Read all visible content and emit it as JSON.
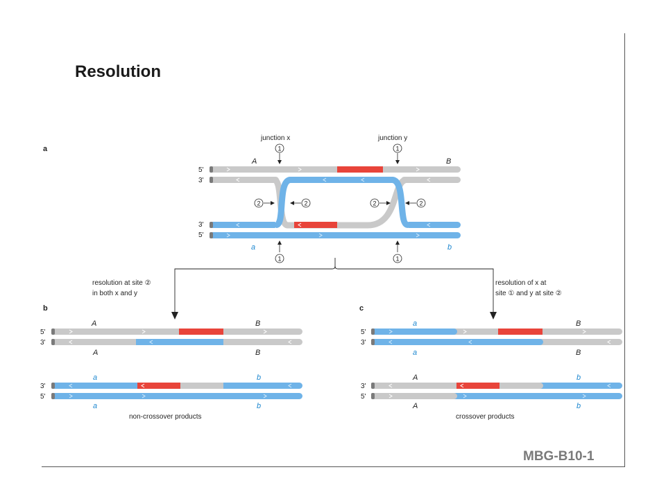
{
  "slide": {
    "title": "Resolution",
    "code": "MBG-B10-1"
  },
  "colors": {
    "gray_strand": "#c9c9c9",
    "blue_strand": "#6fb3e8",
    "red_segment": "#e8443a",
    "blue_text": "#1e88d0"
  },
  "panel_a": {
    "label": "a",
    "junction_x": "junction x",
    "junction_y": "junction y",
    "site1": "1",
    "site2": "2",
    "end_5": "5'",
    "end_3": "3'",
    "gene_A": "A",
    "gene_B": "B",
    "gene_a": "a",
    "gene_b": "b"
  },
  "panel_b": {
    "label": "b",
    "arrow_text_line1": "resolution at site ②",
    "arrow_text_line2": "in both x and y",
    "caption": "non-crossover products"
  },
  "panel_c": {
    "label": "c",
    "arrow_text_line1": "resolution of x at",
    "arrow_text_line2": "site ① and y at site ②",
    "caption": "crossover products"
  }
}
